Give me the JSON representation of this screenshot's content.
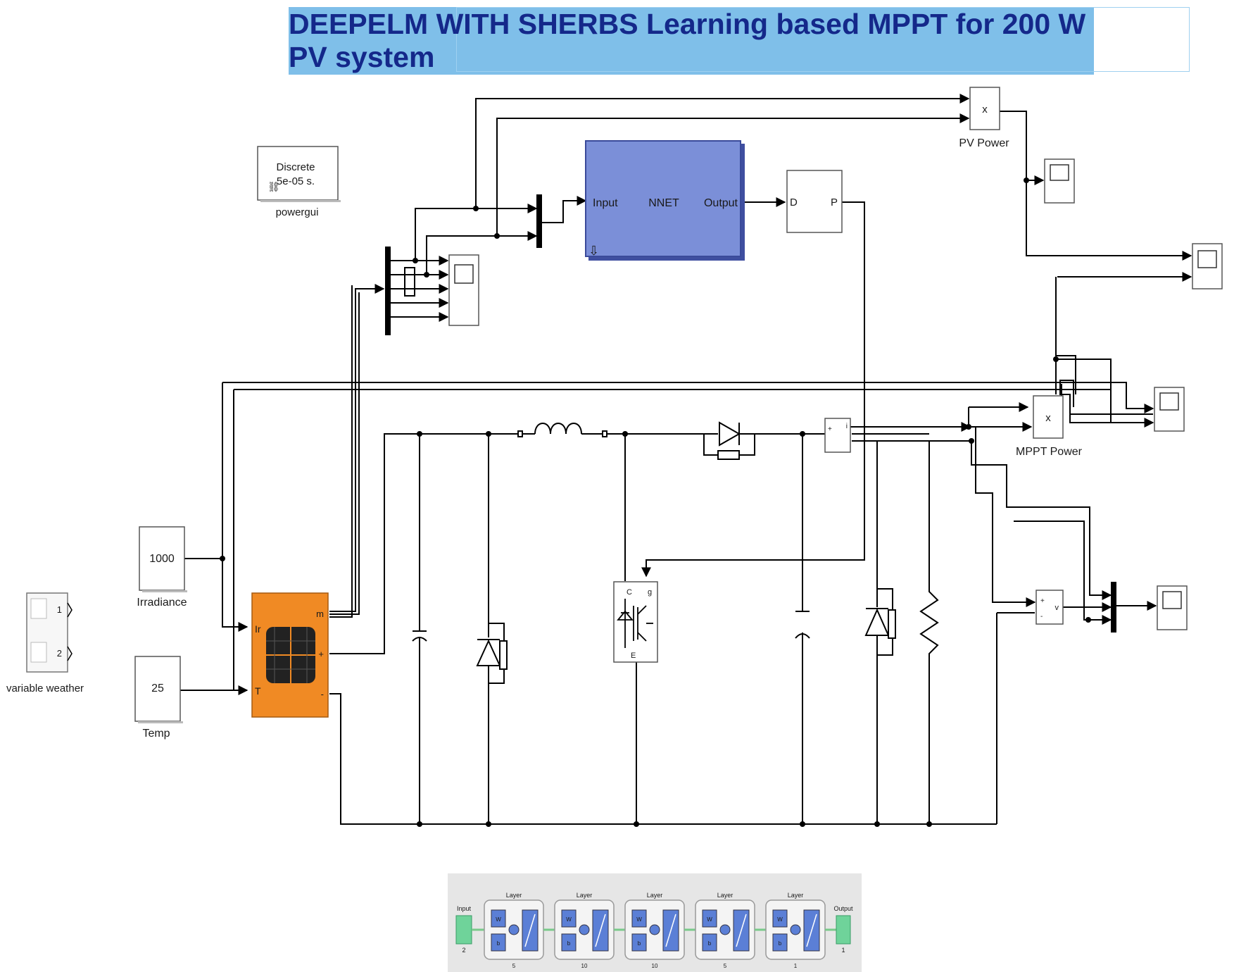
{
  "title": "DEEPELM WITH SHERBS Learning based MPPT for 200 W PV system",
  "colors": {
    "title_band": "#7fbfe9",
    "title_text": "#14288a",
    "nnet_block": "#7b8fd8",
    "pv_panel": "#f08a24",
    "wire": "#000000",
    "nn_layer_box": "#5b7fd6",
    "nn_io_box": "#6fd39a"
  },
  "blocks": {
    "powergui": {
      "line1": "Discrete",
      "line2": "5e-05 s.",
      "label": "powergui"
    },
    "nnet": {
      "input": "Input",
      "name": "NNET",
      "output": "Output"
    },
    "dp_block": {
      "d": "D",
      "p": "P"
    },
    "pv_product": {
      "symbol": "x",
      "label": "PV Power"
    },
    "mppt_product": {
      "symbol": "x",
      "label": "MPPT Power"
    },
    "irradiance": {
      "value": "1000",
      "label": "Irradiance"
    },
    "temp": {
      "value": "25",
      "label": "Temp"
    },
    "variable_weather": {
      "port1": "1",
      "port2": "2",
      "label": "variable weather"
    },
    "pv_array": {
      "port_ir": "Ir",
      "port_t": "T",
      "port_m": "m",
      "port_plus": "+",
      "port_minus": "-"
    },
    "igbt": {
      "c": "C",
      "g": "g",
      "e": "E"
    },
    "vmeas": {
      "plus": "+",
      "minus": "-",
      "v": "v"
    },
    "imeas": {
      "plus": "+",
      "i": "i"
    }
  },
  "nn_diagram": {
    "input_label": "Input",
    "input_size": "2",
    "output_label": "Output",
    "output_size": "1",
    "layers": [
      {
        "label": "Layer",
        "w": "W",
        "b": "b",
        "size": "5"
      },
      {
        "label": "Layer",
        "w": "W",
        "b": "b",
        "size": "10"
      },
      {
        "label": "Layer",
        "w": "W",
        "b": "b",
        "size": "10"
      },
      {
        "label": "Layer",
        "w": "W",
        "b": "b",
        "size": "5"
      },
      {
        "label": "Layer",
        "w": "W",
        "b": "b",
        "size": "1"
      }
    ]
  }
}
